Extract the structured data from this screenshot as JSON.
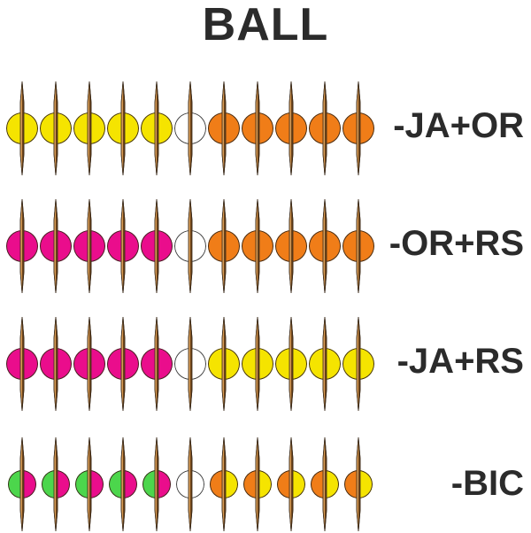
{
  "title": "BALL",
  "colors": {
    "yellow": "#F5E400",
    "orange": "#F07D18",
    "magenta": "#EA0D8C",
    "green": "#4CD64C",
    "white": "#FFFFFF",
    "outline": "#3A2A1A",
    "outline_white": "#3A3A3A",
    "text": "#2B2B2B",
    "stick_light": "#D79B55",
    "stick_dark": "#6B4218",
    "background": "#FFFFFF"
  },
  "layout": {
    "bead_count_per_row": 11,
    "spacer_index": 5,
    "bead_diameter": 36,
    "bead_diameter_small": 32,
    "bead_spacing": 38,
    "row_tops": [
      90,
      223,
      356,
      492
    ]
  },
  "rows": [
    {
      "id": "row-1",
      "label": "-JA+OR",
      "beads": [
        {
          "left": "yellow",
          "right": "yellow"
        },
        {
          "left": "yellow",
          "right": "yellow"
        },
        {
          "left": "yellow",
          "right": "yellow"
        },
        {
          "left": "yellow",
          "right": "yellow"
        },
        {
          "left": "yellow",
          "right": "yellow"
        },
        {
          "left": "white",
          "right": "white"
        },
        {
          "left": "orange",
          "right": "orange"
        },
        {
          "left": "orange",
          "right": "orange"
        },
        {
          "left": "orange",
          "right": "orange"
        },
        {
          "left": "orange",
          "right": "orange"
        },
        {
          "left": "orange",
          "right": "orange"
        }
      ]
    },
    {
      "id": "row-2",
      "label": "-OR+RS",
      "beads": [
        {
          "left": "magenta",
          "right": "magenta"
        },
        {
          "left": "magenta",
          "right": "magenta"
        },
        {
          "left": "magenta",
          "right": "magenta"
        },
        {
          "left": "magenta",
          "right": "magenta"
        },
        {
          "left": "magenta",
          "right": "magenta"
        },
        {
          "left": "white",
          "right": "white"
        },
        {
          "left": "orange",
          "right": "orange"
        },
        {
          "left": "orange",
          "right": "orange"
        },
        {
          "left": "orange",
          "right": "orange"
        },
        {
          "left": "orange",
          "right": "orange"
        },
        {
          "left": "orange",
          "right": "orange"
        }
      ]
    },
    {
      "id": "row-3",
      "label": "-JA+RS",
      "beads": [
        {
          "left": "magenta",
          "right": "magenta"
        },
        {
          "left": "magenta",
          "right": "magenta"
        },
        {
          "left": "magenta",
          "right": "magenta"
        },
        {
          "left": "magenta",
          "right": "magenta"
        },
        {
          "left": "magenta",
          "right": "magenta"
        },
        {
          "left": "white",
          "right": "white"
        },
        {
          "left": "yellow",
          "right": "yellow"
        },
        {
          "left": "yellow",
          "right": "yellow"
        },
        {
          "left": "yellow",
          "right": "yellow"
        },
        {
          "left": "yellow",
          "right": "yellow"
        },
        {
          "left": "yellow",
          "right": "yellow"
        }
      ]
    },
    {
      "id": "row-4",
      "label": "-BIC",
      "small": true,
      "beads": [
        {
          "left": "green",
          "right": "magenta"
        },
        {
          "left": "green",
          "right": "magenta"
        },
        {
          "left": "green",
          "right": "magenta"
        },
        {
          "left": "green",
          "right": "magenta"
        },
        {
          "left": "green",
          "right": "magenta"
        },
        {
          "left": "white",
          "right": "white"
        },
        {
          "left": "orange",
          "right": "yellow"
        },
        {
          "left": "orange",
          "right": "yellow"
        },
        {
          "left": "orange",
          "right": "yellow"
        },
        {
          "left": "orange",
          "right": "yellow"
        },
        {
          "left": "orange",
          "right": "yellow"
        }
      ]
    }
  ]
}
